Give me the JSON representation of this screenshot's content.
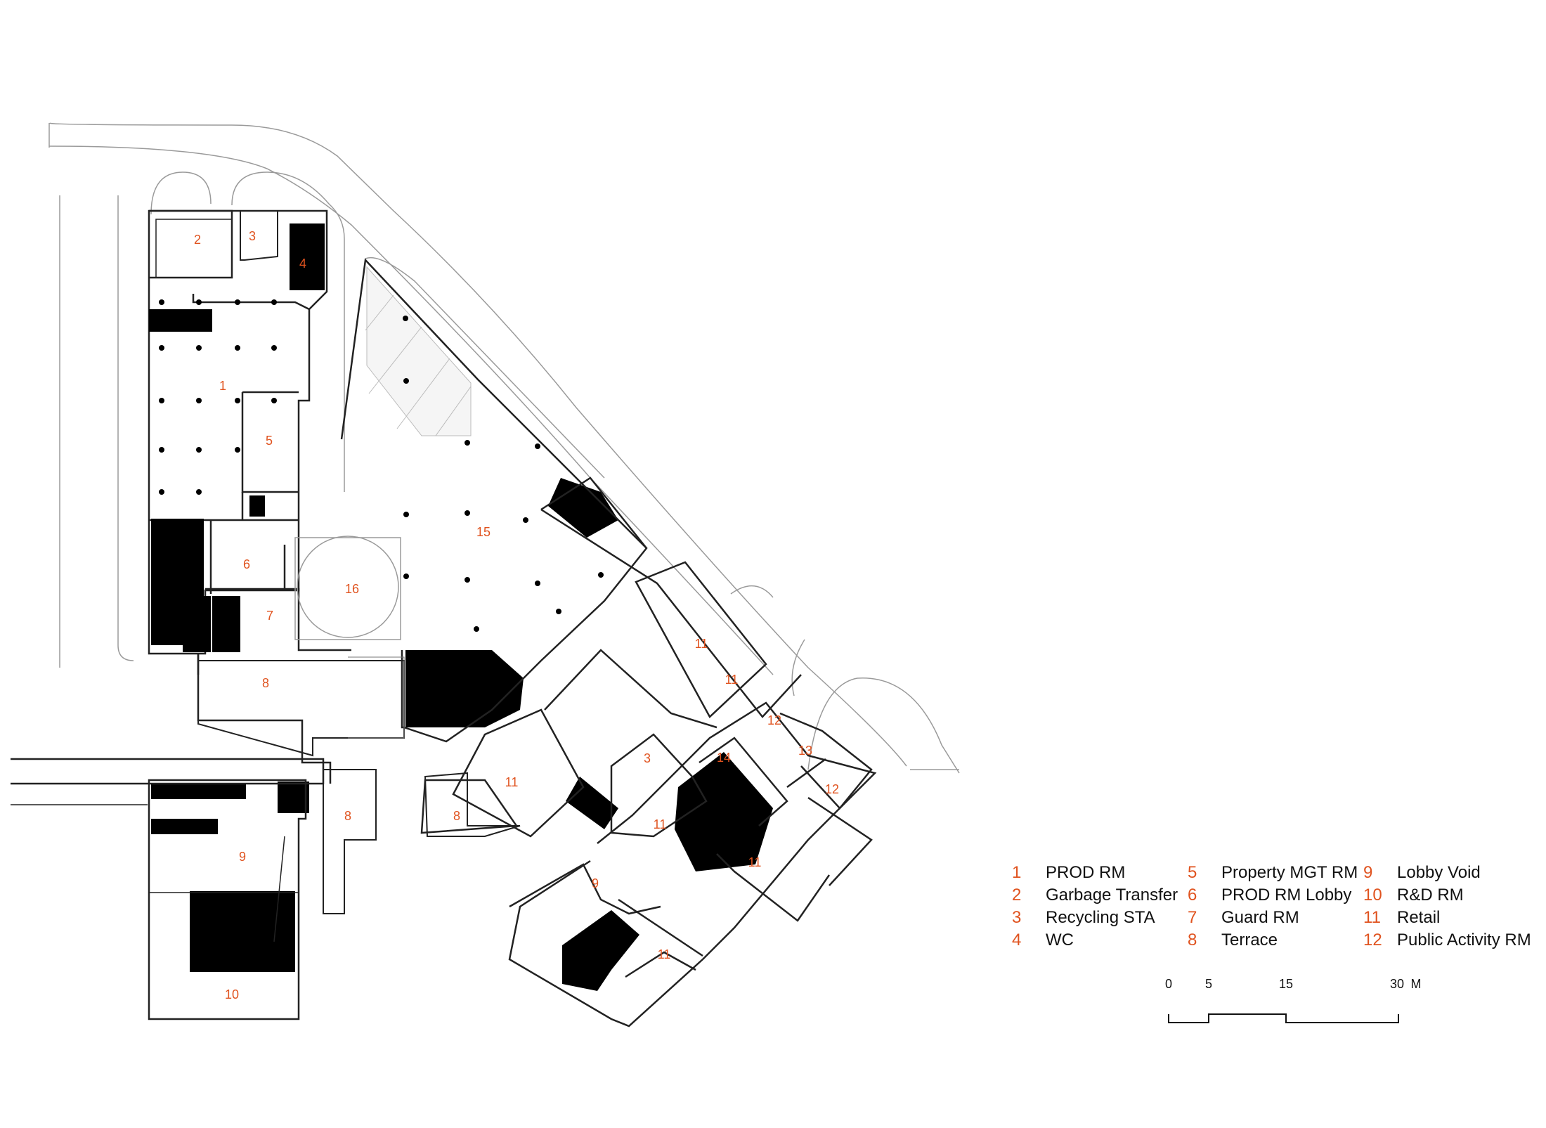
{
  "colors": {
    "accent": "#e0531f",
    "line": "#222222",
    "solid": "#000000",
    "thin": "#9a9a9a"
  },
  "rooms": [
    {
      "id": "r2a",
      "num": "2"
    },
    {
      "id": "r3a",
      "num": "3"
    },
    {
      "id": "r4",
      "num": "4"
    },
    {
      "id": "r1",
      "num": "1"
    },
    {
      "id": "r5",
      "num": "5"
    },
    {
      "id": "r6",
      "num": "6"
    },
    {
      "id": "r7",
      "num": "7"
    },
    {
      "id": "r15",
      "num": "15"
    },
    {
      "id": "r16",
      "num": "16"
    },
    {
      "id": "r8a",
      "num": "8"
    },
    {
      "id": "r8b",
      "num": "8"
    },
    {
      "id": "r8c",
      "num": "8"
    },
    {
      "id": "r9a",
      "num": "9"
    },
    {
      "id": "r10",
      "num": "10"
    },
    {
      "id": "r11a",
      "num": "11"
    },
    {
      "id": "r11b",
      "num": "11"
    },
    {
      "id": "r11c",
      "num": "11"
    },
    {
      "id": "r11d",
      "num": "11"
    },
    {
      "id": "r11e",
      "num": "11"
    },
    {
      "id": "r11f",
      "num": "11"
    },
    {
      "id": "r12a",
      "num": "12"
    },
    {
      "id": "r12b",
      "num": "12"
    },
    {
      "id": "r13",
      "num": "13"
    },
    {
      "id": "r14",
      "num": "14"
    },
    {
      "id": "r3b",
      "num": "3"
    },
    {
      "id": "r9b",
      "num": "9"
    }
  ],
  "legend": [
    {
      "num": "1",
      "name": "PROD RM"
    },
    {
      "num": "2",
      "name": "Garbage Transfer"
    },
    {
      "num": "3",
      "name": "Recycling STA"
    },
    {
      "num": "4",
      "name": "WC"
    },
    {
      "num": "5",
      "name": "Property MGT RM"
    },
    {
      "num": "6",
      "name": "PROD RM Lobby"
    },
    {
      "num": "7",
      "name": "Guard RM"
    },
    {
      "num": "8",
      "name": "Terrace"
    },
    {
      "num": "9",
      "name": "Lobby Void"
    },
    {
      "num": "10",
      "name": "R&D RM"
    },
    {
      "num": "11",
      "name": "Retail"
    },
    {
      "num": "12",
      "name": "Public Activity RM"
    }
  ],
  "scale_bar": {
    "ticks": [
      "0",
      "5",
      "15",
      "30"
    ],
    "unit": "M"
  }
}
